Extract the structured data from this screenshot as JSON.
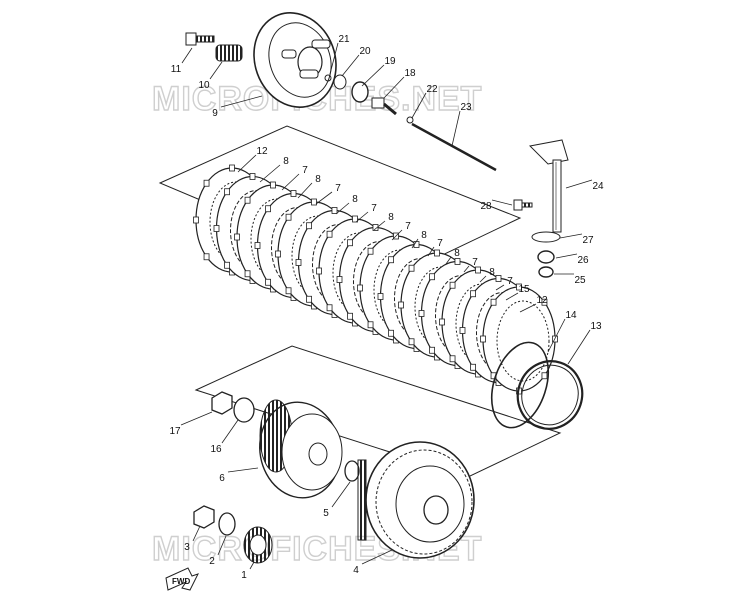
{
  "watermark": {
    "top": "MICROFICHES.NET",
    "bottom": "MICROFICHES.NET"
  },
  "direction_badge": "FWD",
  "callouts": {
    "c11": "11",
    "c10": "10",
    "c9": "9",
    "c21": "21",
    "c20": "20",
    "c19": "19",
    "c18": "18",
    "c22": "22",
    "c23": "23",
    "c24": "24",
    "c28": "28",
    "c27": "27",
    "c26": "26",
    "c25": "25",
    "c12a": "12",
    "c8a": "8",
    "c7a": "7",
    "c8b": "8",
    "c7b": "7",
    "c8c": "8",
    "c7c": "7",
    "c8d": "8",
    "c7d": "7",
    "c8e": "8",
    "c7e": "7",
    "c8f": "8",
    "c7f": "7",
    "c8g": "8",
    "c7g": "7",
    "c15": "15",
    "c12b": "12",
    "c14": "14",
    "c13": "13",
    "c17": "17",
    "c16": "16",
    "c6": "6",
    "c5": "5",
    "c3": "3",
    "c2": "2",
    "c1": "1",
    "c4": "4"
  }
}
